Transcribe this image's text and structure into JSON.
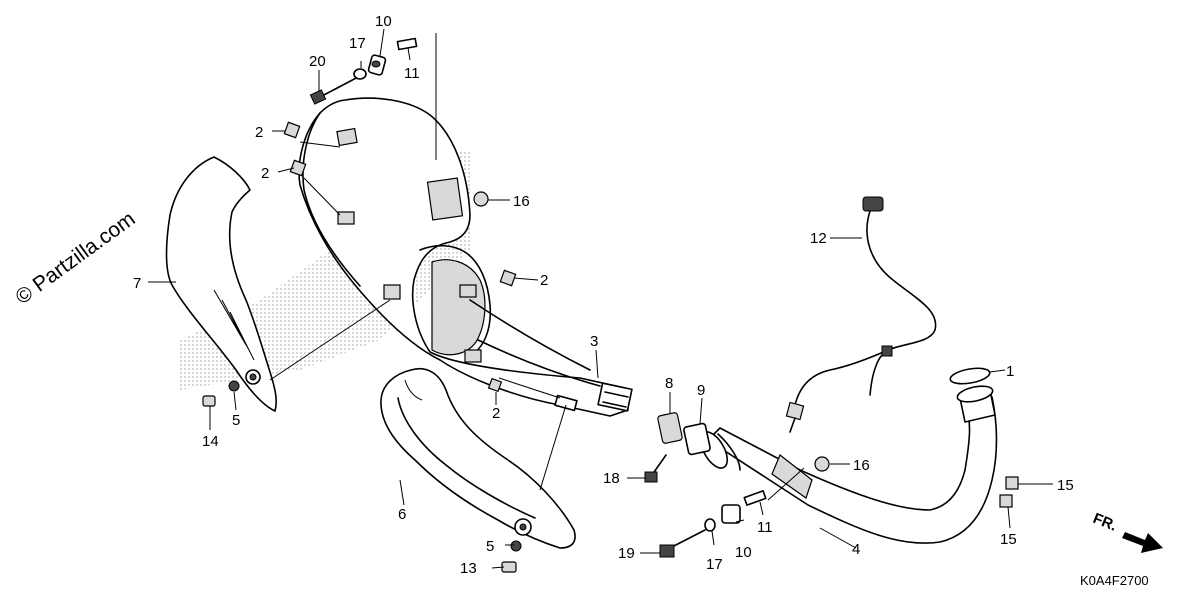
{
  "watermark": "© Partzilla.com",
  "diagram_code": "K0A4F2700",
  "direction_label": "FR.",
  "callouts": [
    {
      "id": "c1",
      "number": "1"
    },
    {
      "id": "c2a",
      "number": "2"
    },
    {
      "id": "c2b",
      "number": "2"
    },
    {
      "id": "c2c",
      "number": "2"
    },
    {
      "id": "c2d",
      "number": "2"
    },
    {
      "id": "c3",
      "number": "3"
    },
    {
      "id": "c4",
      "number": "4"
    },
    {
      "id": "c5a",
      "number": "5"
    },
    {
      "id": "c5b",
      "number": "5"
    },
    {
      "id": "c6",
      "number": "6"
    },
    {
      "id": "c7",
      "number": "7"
    },
    {
      "id": "c8",
      "number": "8"
    },
    {
      "id": "c9",
      "number": "9"
    },
    {
      "id": "c10a",
      "number": "10"
    },
    {
      "id": "c10b",
      "number": "10"
    },
    {
      "id": "c11a",
      "number": "11"
    },
    {
      "id": "c11b",
      "number": "11"
    },
    {
      "id": "c12",
      "number": "12"
    },
    {
      "id": "c13",
      "number": "13"
    },
    {
      "id": "c14",
      "number": "14"
    },
    {
      "id": "c15a",
      "number": "15"
    },
    {
      "id": "c15b",
      "number": "15"
    },
    {
      "id": "c16a",
      "number": "16"
    },
    {
      "id": "c16b",
      "number": "16"
    },
    {
      "id": "c17a",
      "number": "17"
    },
    {
      "id": "c17b",
      "number": "17"
    },
    {
      "id": "c18",
      "number": "18"
    },
    {
      "id": "c19",
      "number": "19"
    },
    {
      "id": "c20",
      "number": "20"
    }
  ]
}
